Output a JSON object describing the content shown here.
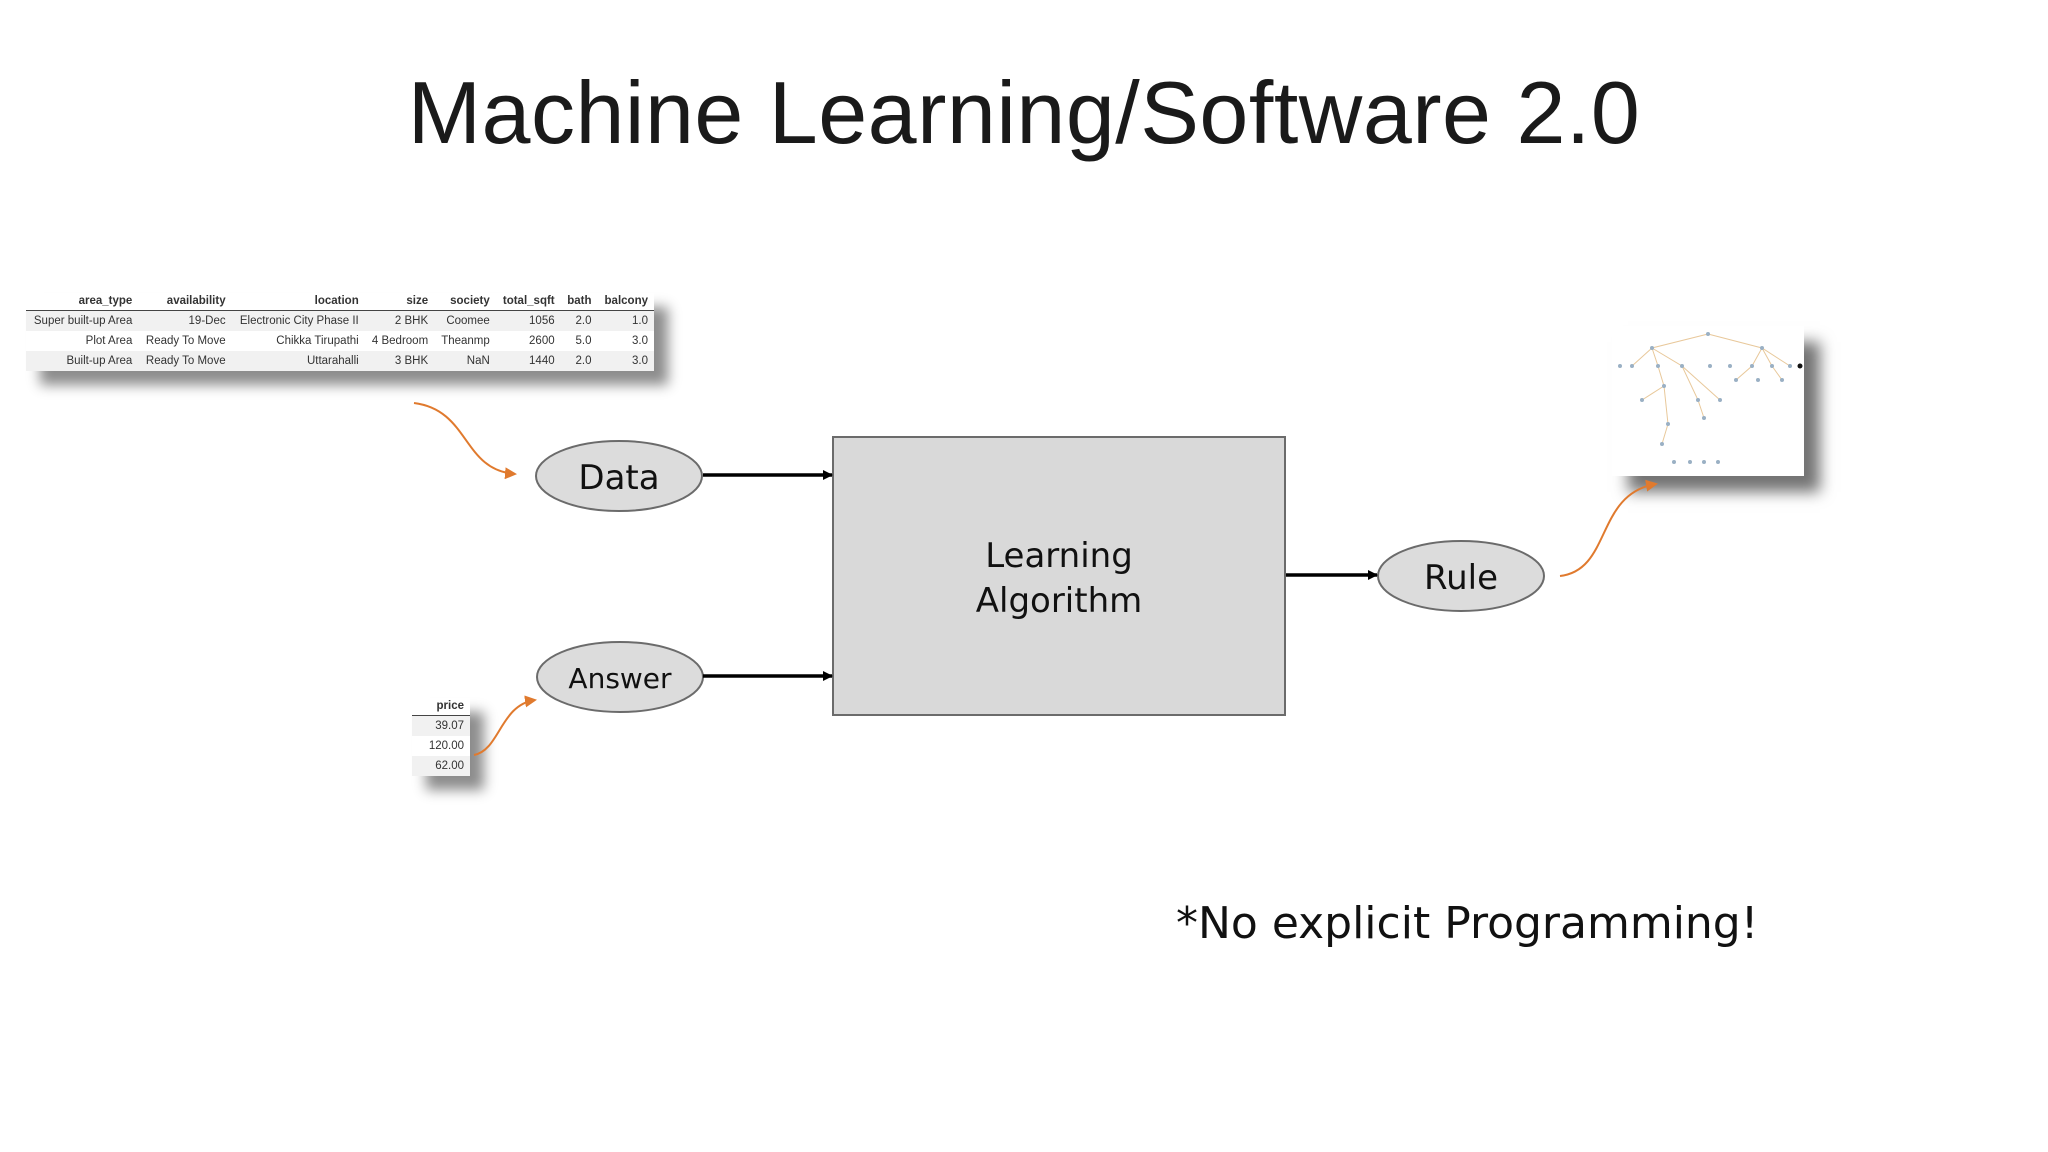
{
  "title": "Machine Learning/Software 2.0",
  "nodes": {
    "data": "Data",
    "answer": "Answer",
    "algorithm_line1": "Learning",
    "algorithm_line2": "Algorithm",
    "rule": "Rule"
  },
  "note": "*No explicit Programming!",
  "data_table": {
    "columns": [
      "area_type",
      "availability",
      "location",
      "size",
      "society",
      "total_sqft",
      "bath",
      "balcony"
    ],
    "rows": [
      [
        "Super built-up Area",
        "19-Dec",
        "Electronic City Phase II",
        "2 BHK",
        "Coomee",
        "1056",
        "2.0",
        "1.0"
      ],
      [
        "Plot Area",
        "Ready To Move",
        "Chikka Tirupathi",
        "4 Bedroom",
        "Theanmp",
        "2600",
        "5.0",
        "3.0"
      ],
      [
        "Built-up Area",
        "Ready To Move",
        "Uttarahalli",
        "3 BHK",
        "NaN",
        "1440",
        "2.0",
        "3.0"
      ]
    ]
  },
  "price_table": {
    "column": "price",
    "rows": [
      "39.07",
      "120.00",
      "62.00"
    ]
  },
  "colors": {
    "ellipse_fill": "#dcdcdc",
    "box_fill": "#d9d9d9",
    "stroke": "#6b6b6b",
    "arrow": "#000000",
    "curve_arrow": "#e07a2e"
  },
  "icons": {
    "tree_thumbnail": "decision-tree-icon"
  }
}
